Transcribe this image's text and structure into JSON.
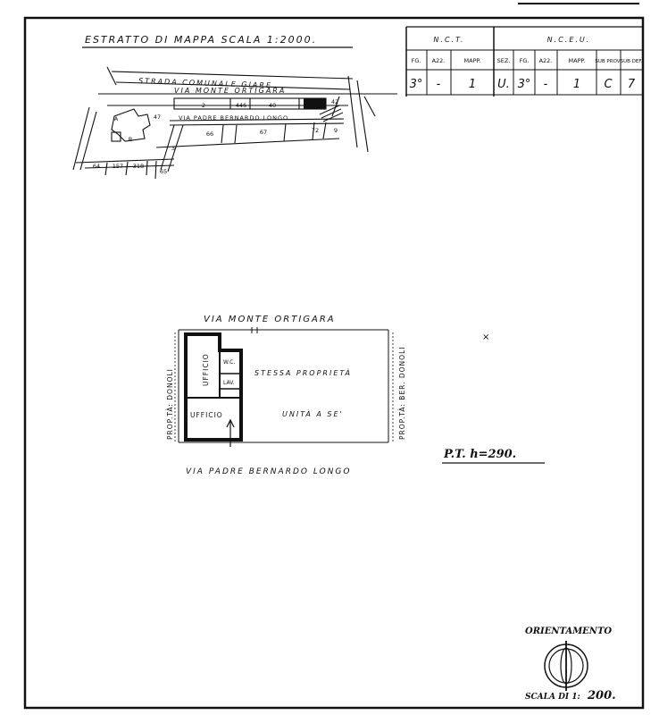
{
  "estratto_title": "ESTRATTO DI MAPPA SCALA 1:2000.",
  "table": {
    "group_nct": "N.C.T.",
    "group_nceu": "N.C.E.U.",
    "headers": [
      "FG.",
      "A22.",
      "MAPP.",
      "SEZ.",
      "FG.",
      "A22.",
      "MAPP.",
      "SUB PROV.",
      "SUB DEF."
    ],
    "values": [
      "3°",
      "-",
      "1",
      "U.",
      "3°",
      "-",
      "1",
      "C",
      "7"
    ]
  },
  "map": {
    "strada": "STRADA COMUNALE GIARE",
    "via_monte": "VIA MONTE ORTIGARA",
    "via_padre": "VIA PADRE BERNARDO LONGO",
    "parcel_labels": [
      "2",
      "446",
      "40",
      "42",
      "66",
      "67",
      "72",
      "9",
      "64",
      "157",
      "318",
      "65",
      "3",
      "A",
      "B",
      "47"
    ]
  },
  "plan": {
    "street_top": "VIA MONTE ORTIGARA",
    "street_bottom": "VIA PADRE BERNARDO LONGO",
    "left_owner": "PROP.TÀ: DONOLI",
    "right_owner": "PROP.TÀ: BER. DONOLI",
    "room_ufficio_top": "UFFICIO",
    "room_ufficio_bottom": "UFFICIO",
    "room_wc": "W.C.",
    "room_lav": "LAV.",
    "stessa": "STESSA PROPRIETÀ",
    "unita": "UNITÀ A SE'"
  },
  "height_note": "P.T. h=290.",
  "orientamento": "ORIENTAMENTO",
  "scala_label": "SCALA DI 1:",
  "scala_value": "200."
}
